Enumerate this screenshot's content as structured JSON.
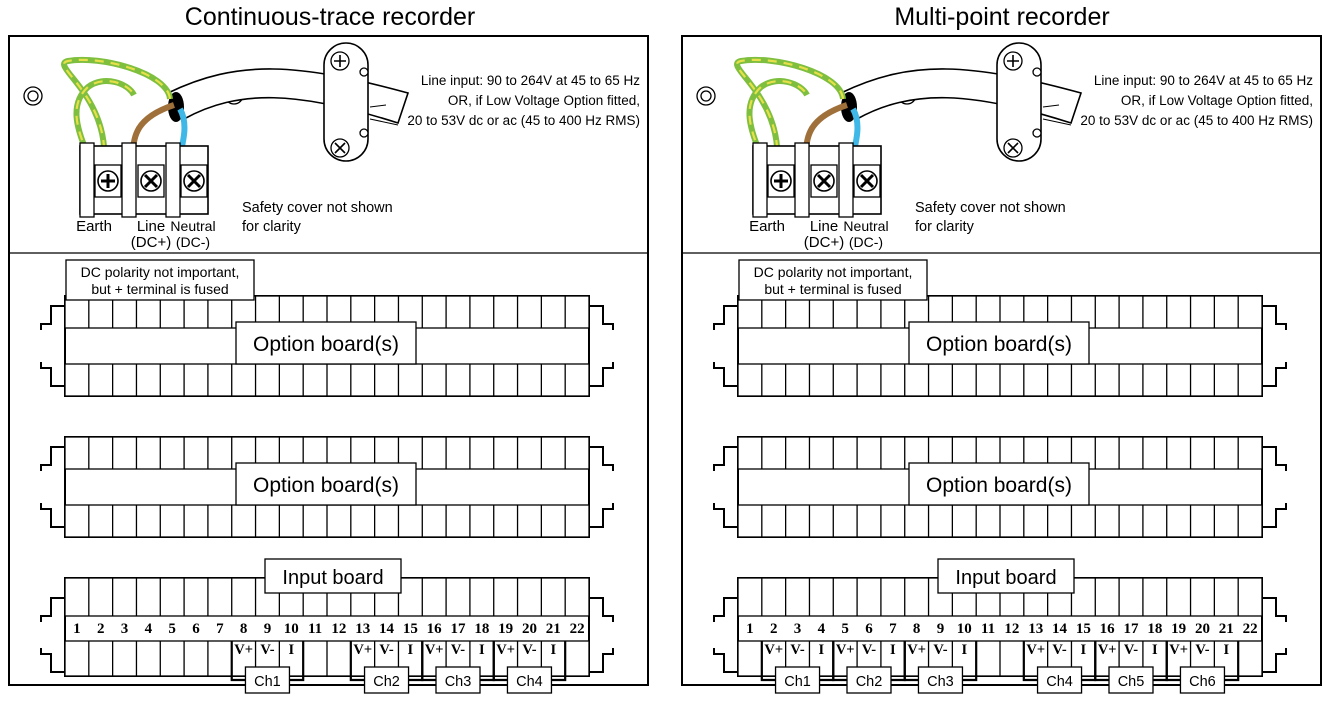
{
  "panels": [
    {
      "title": "Continuous-trace recorder",
      "line_input": [
        "Line input: 90 to 264V at 45 to 65 Hz",
        "OR, if Low Voltage Option fitted,",
        "20 to 53V dc or ac (45 to 400 Hz RMS)"
      ],
      "terminals": {
        "earth": "Earth",
        "line": "Line",
        "line_dc": "(DC+)",
        "neutral": "Neutral",
        "neutral_dc": "(DC-)"
      },
      "safety_note": [
        "Safety cover not shown",
        "for clarity"
      ],
      "dc_note": [
        "DC polarity not important,",
        "but + terminal is fused"
      ],
      "option_board_1": "Option board(s)",
      "option_board_2": "Option board(s)",
      "input_board": "Input board",
      "terminal_numbers": [
        "1",
        "2",
        "3",
        "4",
        "5",
        "6",
        "7",
        "8",
        "9",
        "10",
        "11",
        "12",
        "13",
        "14",
        "15",
        "16",
        "17",
        "18",
        "19",
        "20",
        "21",
        "22"
      ],
      "signal_labels": [
        "",
        "",
        "",
        "",
        "",
        "",
        "",
        "V+",
        "V-",
        "I",
        "",
        "",
        "V+",
        "V-",
        "I",
        "V+",
        "V-",
        "I",
        "V+",
        "V-",
        "I",
        ""
      ],
      "channels": [
        {
          "name": "Ch1",
          "start": 8
        },
        {
          "name": "Ch2",
          "start": 13
        },
        {
          "name": "Ch3",
          "start": 16
        },
        {
          "name": "Ch4",
          "start": 19
        }
      ]
    },
    {
      "title": "Multi-point recorder",
      "line_input": [
        "Line input: 90 to 264V at 45 to 65 Hz",
        "OR, if Low Voltage Option fitted,",
        "20 to 53V dc or ac (45 to 400 Hz RMS)"
      ],
      "terminals": {
        "earth": "Earth",
        "line": "Line",
        "line_dc": "(DC+)",
        "neutral": "Neutral",
        "neutral_dc": "(DC-)"
      },
      "safety_note": [
        "Safety cover not shown",
        "for clarity"
      ],
      "dc_note": [
        "DC polarity not important,",
        "but + terminal is fused"
      ],
      "option_board_1": "Option board(s)",
      "option_board_2": "Option board(s)",
      "input_board": "Input board",
      "terminal_numbers": [
        "1",
        "2",
        "3",
        "4",
        "5",
        "6",
        "7",
        "8",
        "9",
        "10",
        "11",
        "12",
        "13",
        "14",
        "15",
        "16",
        "17",
        "18",
        "19",
        "20",
        "21",
        "22"
      ],
      "signal_labels": [
        "",
        "V+",
        "V-",
        "I",
        "V+",
        "V-",
        "I",
        "V+",
        "V-",
        "I",
        "",
        "",
        "V+",
        "V-",
        "I",
        "V+",
        "V-",
        "I",
        "V+",
        "V-",
        "I",
        ""
      ],
      "channels": [
        {
          "name": "Ch1",
          "start": 2
        },
        {
          "name": "Ch2",
          "start": 5
        },
        {
          "name": "Ch3",
          "start": 8
        },
        {
          "name": "Ch4",
          "start": 13
        },
        {
          "name": "Ch5",
          "start": 16
        },
        {
          "name": "Ch6",
          "start": 19
        }
      ]
    }
  ],
  "colors": {
    "earth": "#7fbf3f",
    "earth_stripe": "#e8e04a",
    "line": "#a0703a",
    "neutral": "#3fb8e8",
    "outline": "#000000"
  }
}
